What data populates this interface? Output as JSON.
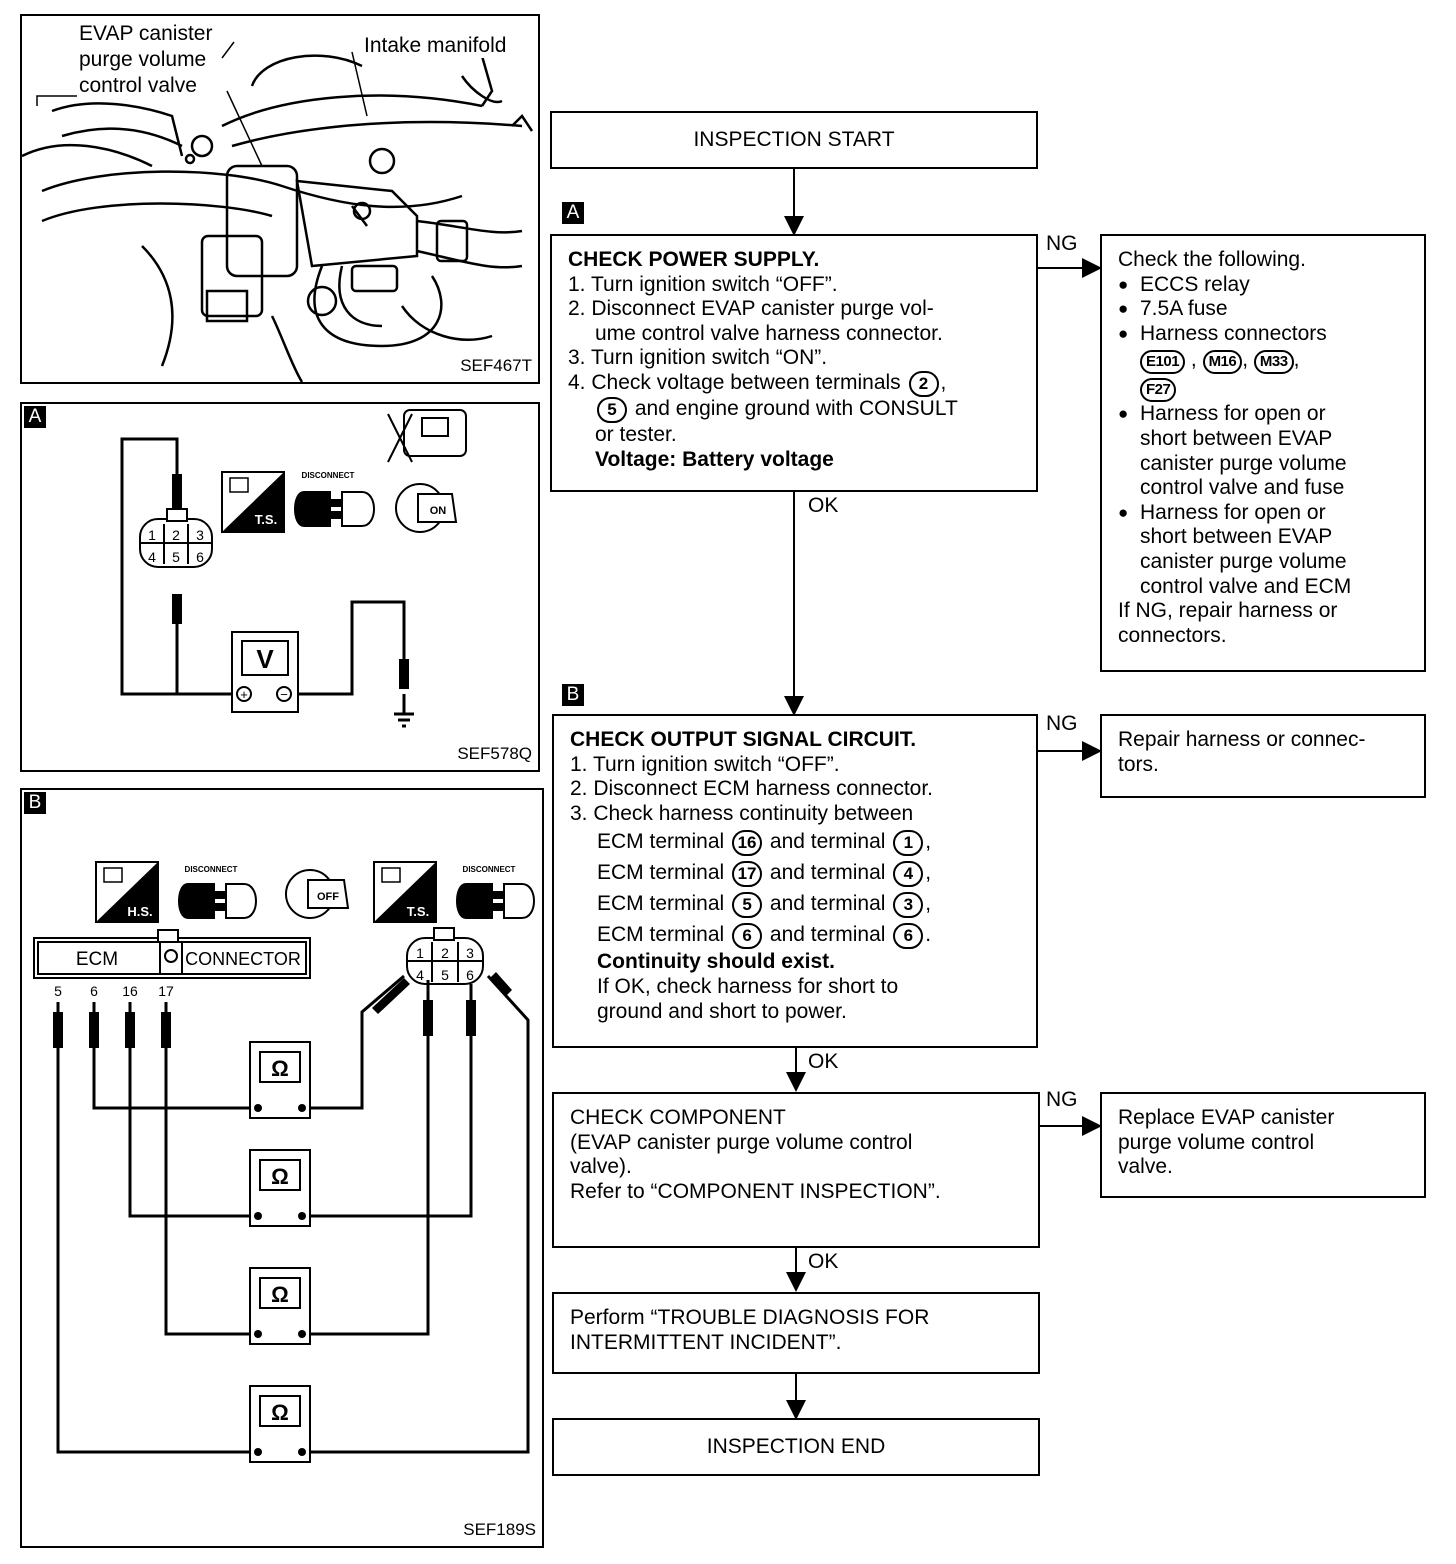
{
  "photo_panel": {
    "callout_valve": [
      "EVAP canister",
      "purge volume",
      "control valve"
    ],
    "callout_manifold": "Intake manifold",
    "code": "SEF467T"
  },
  "panel_a": {
    "badge": "A",
    "terminals": [
      "1",
      "2",
      "3",
      "4",
      "5",
      "6"
    ],
    "disconnect": "DISCONNECT",
    "ts": "T.S.",
    "key_on": "ON",
    "meter": "V",
    "plus": "+",
    "minus": "−",
    "code": "SEF578Q"
  },
  "panel_b": {
    "badge": "B",
    "hs": "H.S.",
    "ts": "T.S.",
    "disconnect": "DISCONNECT",
    "key_off": "OFF",
    "ecm": "ECM",
    "connector": "CONNECTOR",
    "pins": [
      "5",
      "6",
      "16",
      "17"
    ],
    "terminals": [
      "1",
      "2",
      "3",
      "4",
      "5",
      "6"
    ],
    "ohm": "Ω",
    "code": "SEF189S"
  },
  "flow": {
    "start": "INSPECTION START",
    "end": "INSPECTION END",
    "step_a": {
      "badge": "A",
      "title": "CHECK POWER SUPPLY.",
      "lines": [
        "1. Turn ignition switch “OFF”.",
        "2. Disconnect EVAP canister purge vol-",
        "ume control valve harness connector.",
        "3. Turn ignition switch “ON”.",
        "4. Check voltage between terminals",
        "and engine ground with CONSULT",
        "or tester."
      ],
      "term_a": "2",
      "term_b": "5",
      "spec": "Voltage: Battery voltage"
    },
    "step_a_ng": {
      "heading": "Check the following.",
      "items": [
        "ECCS relay",
        "7.5A fuse",
        "Harness connectors"
      ],
      "connectors": [
        "E101",
        "M16",
        "M33",
        "F27"
      ],
      "item_harness_fuse": [
        "Harness for open or",
        "short between EVAP",
        "canister purge volume",
        "control valve and fuse"
      ],
      "item_harness_ecm": [
        "Harness for open or",
        "short between EVAP",
        "canister purge volume",
        "control valve and ECM"
      ],
      "footer": [
        "If NG, repair harness or",
        "connectors."
      ]
    },
    "step_b": {
      "badge": "B",
      "title": "CHECK OUTPUT SIGNAL CIRCUIT.",
      "lines": [
        "1. Turn ignition switch “OFF”.",
        "2. Disconnect ECM harness connector.",
        "3. Check harness continuity between"
      ],
      "pairs": [
        {
          "ecm": "16",
          "term": "1",
          "sep": ","
        },
        {
          "ecm": "17",
          "term": "4",
          "sep": ","
        },
        {
          "ecm": "5",
          "term": "3",
          "sep": ","
        },
        {
          "ecm": "6",
          "term": "6",
          "sep": "."
        }
      ],
      "ecm_label": "ECM terminal",
      "and_label": "and terminal",
      "spec": "Continuity should exist.",
      "note": [
        "If OK, check harness for short to",
        "ground and short to power."
      ]
    },
    "step_b_ng": [
      "Repair harness or connec-",
      "tors."
    ],
    "step_c": [
      "CHECK COMPONENT",
      "(EVAP canister purge volume control",
      "valve).",
      "Refer to “COMPONENT INSPECTION”."
    ],
    "step_c_ng": [
      "Replace EVAP canister",
      "purge volume control",
      "valve."
    ],
    "step_d": [
      "Perform “TROUBLE DIAGNOSIS FOR",
      "INTERMITTENT INCIDENT”."
    ],
    "ok": "OK",
    "ng": "NG"
  }
}
